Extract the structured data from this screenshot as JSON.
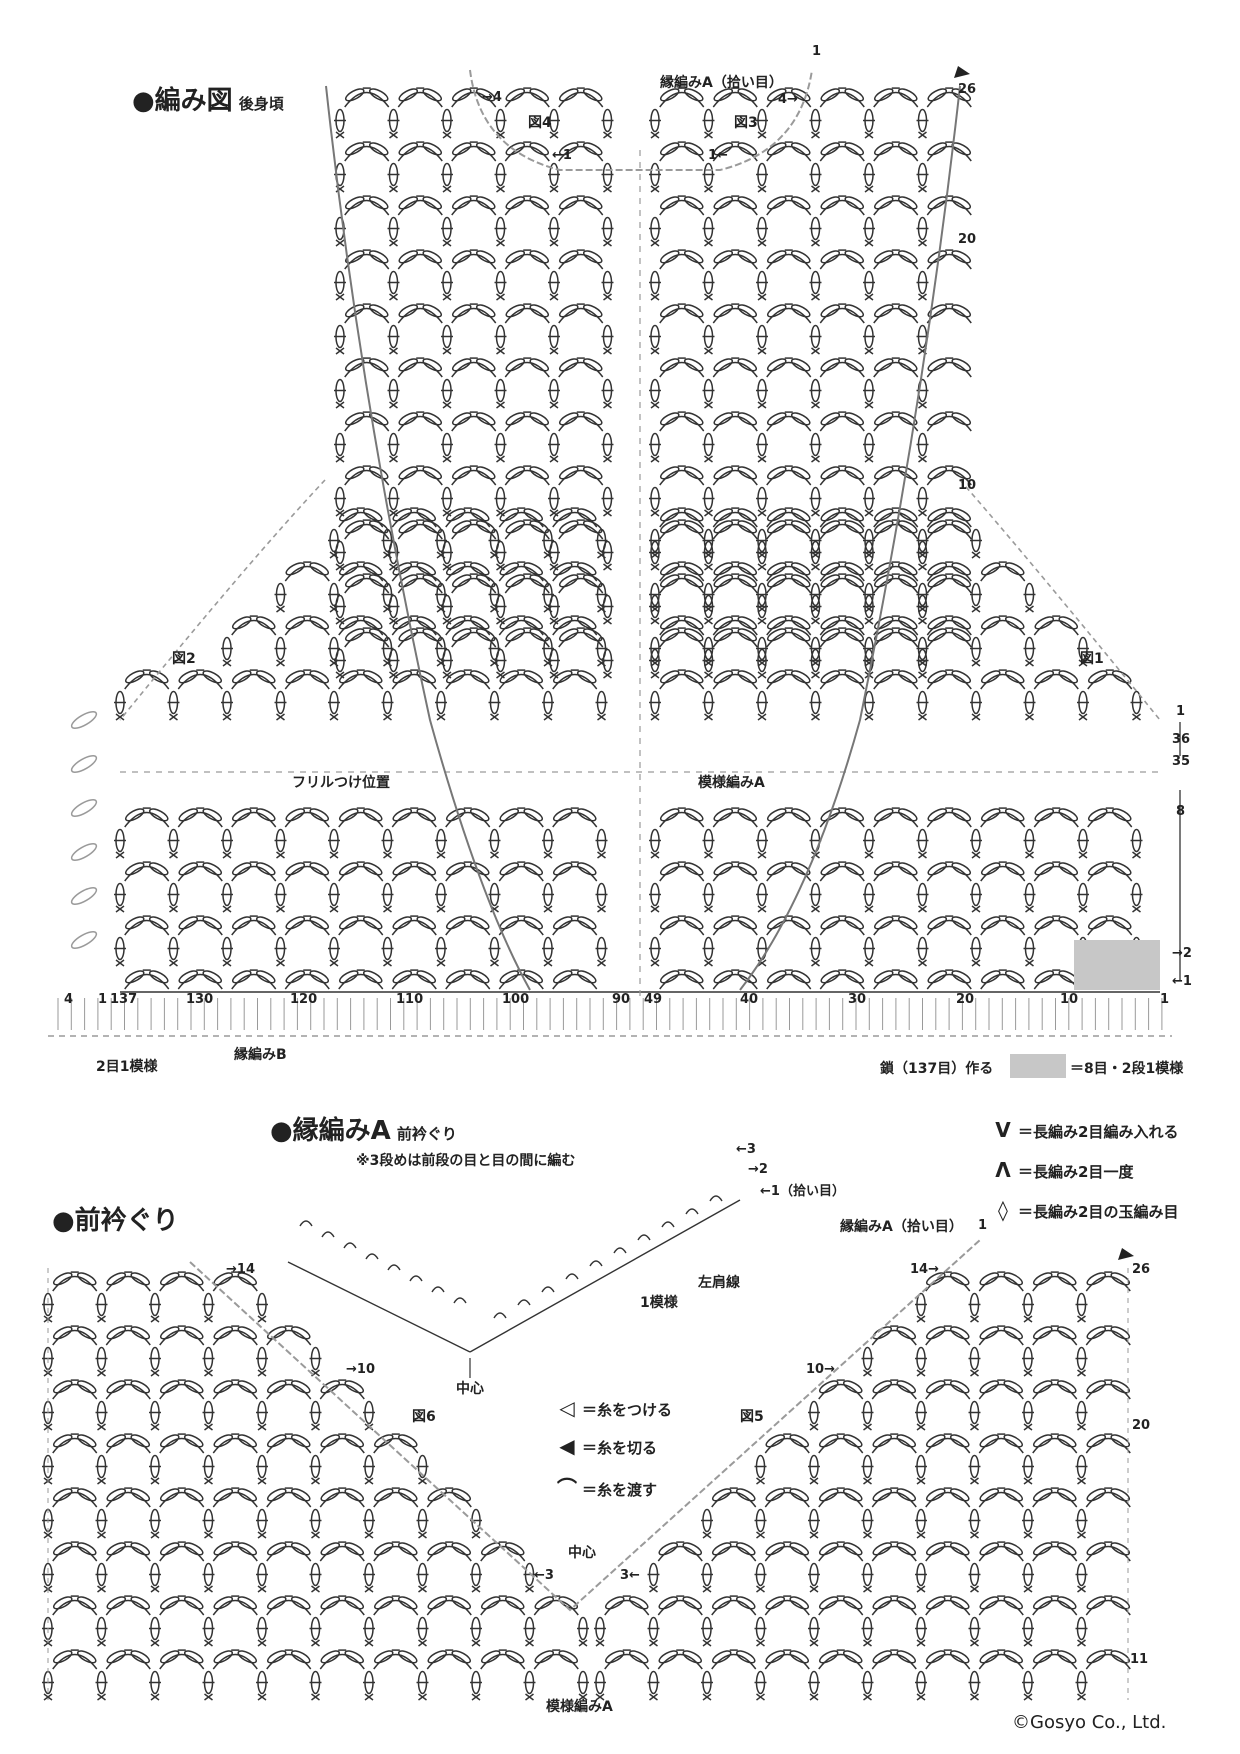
{
  "back": {
    "title": "●編み図",
    "subtitle": "後身頃",
    "fig_labels": [
      "図1",
      "図2",
      "図3",
      "図4"
    ],
    "edging_a_label": "縁編みA（拾い目）",
    "frill_label": "フリルつけ位置",
    "pattern_label": "模様編みA",
    "edging_b_label": "縁編みB",
    "two_stitch_repeat": "2目1模様",
    "chain_label": "鎖（137目）作る",
    "shade_legend": "＝8目・2段1模様",
    "stitch_numbers": [
      "137",
      "130",
      "120",
      "110",
      "100",
      "90",
      "49",
      "40",
      "30",
      "20",
      "10",
      "1"
    ],
    "side_numbers": [
      "4",
      "1"
    ],
    "row_numbers": [
      "26",
      "20",
      "10",
      "1",
      "36",
      "35",
      "8",
      "→2",
      "←1"
    ],
    "top_arrows": [
      "→4",
      "←1",
      "1←",
      "4→",
      "1"
    ]
  },
  "edging_a": {
    "title": "●縁編みA",
    "subtitle": "前衿ぐり",
    "note": "※3段めは前段の目と目の間に編む",
    "row_marks": [
      "←3",
      "→2",
      "←1（拾い目）"
    ],
    "center": "中心",
    "repeat": "1模様",
    "shoulder": "左肩線"
  },
  "legend": {
    "items": [
      {
        "sym": "V",
        "text": "＝長編み2目編み入れる"
      },
      {
        "sym": "Λ",
        "text": "＝長編み2目一度"
      },
      {
        "sym": "◊",
        "text": "＝長編み2目の玉編み目"
      }
    ],
    "yarn": [
      {
        "sym": "◁",
        "text": "＝糸をつける"
      },
      {
        "sym": "◀",
        "text": "＝糸を切る"
      },
      {
        "sym": "⌒",
        "text": "＝糸を渡す"
      }
    ]
  },
  "front": {
    "title": "●前衿ぐり",
    "edging_label": "縁編みA（拾い目）",
    "fig_labels": [
      "図5",
      "図6"
    ],
    "center": "中心",
    "pattern_label": "模様編みA",
    "row_marks": [
      "→14",
      "→10",
      "←3",
      "3←",
      "10→",
      "14→",
      "1"
    ],
    "row_numbers": [
      "26",
      "20",
      "11"
    ]
  },
  "copyright": "©Gosyo Co., Ltd."
}
